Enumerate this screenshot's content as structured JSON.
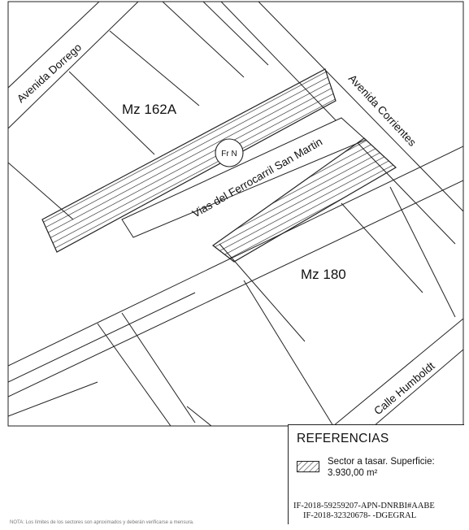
{
  "map": {
    "streets": {
      "dorrego": "Avenida Dorrego",
      "corrientes": "Avenida Corrientes",
      "humboldt": "Calle Humboldt",
      "railway": "Vias del Ferrocarril San Martin"
    },
    "blocks": {
      "mz162a": "Mz 162A",
      "mz180": "Mz 180"
    },
    "rail_symbol": "Fr N",
    "hatch_color": "#1a1a1a"
  },
  "legend": {
    "title": "REFERENCIAS",
    "item_label": "Sector a tasar.  Superficie:",
    "item_value": "3.930,00 m²",
    "doc_ref_1": "IF-2018-59259207-APN-DNRBI#AABE",
    "doc_ref_2": "IF-2018-32320678-   -DGEGRAL"
  },
  "footnote": "NOTA: Los límites de los sectores son aproximados y deberán verificarse a mensura."
}
